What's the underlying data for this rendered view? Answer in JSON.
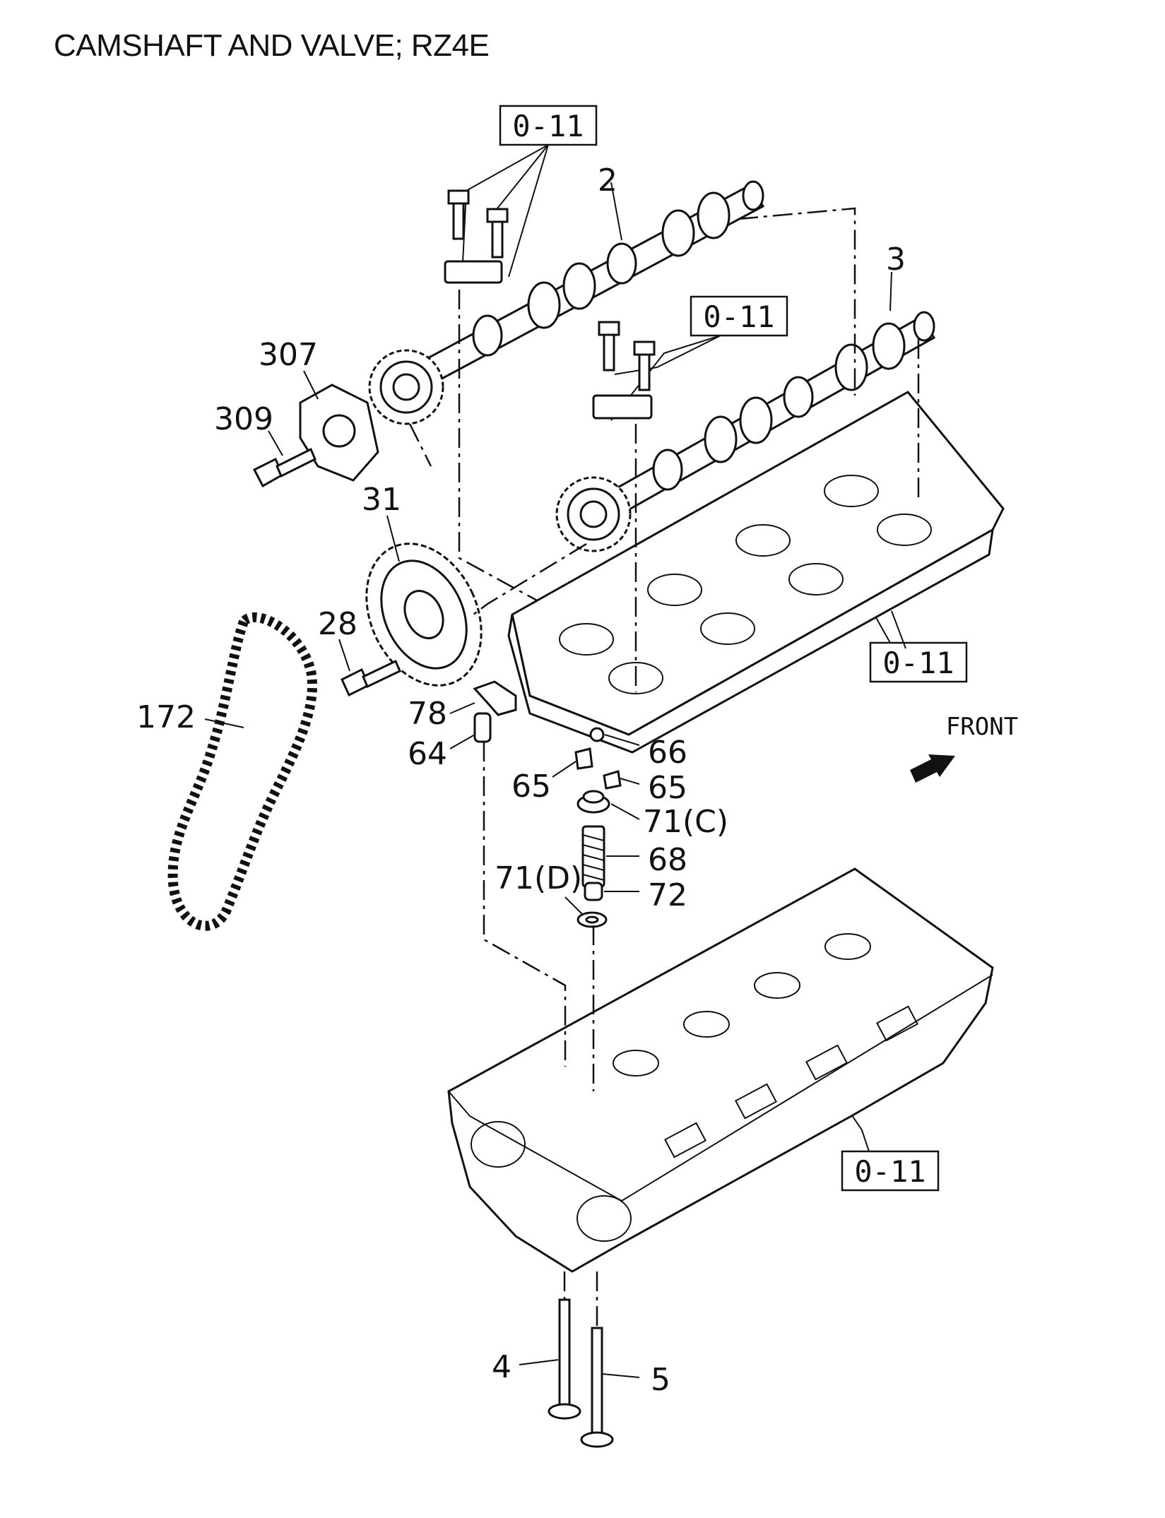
{
  "title": "CAMSHAFT AND VALVE; RZ4E",
  "reference_boxes": {
    "ref_top": "0-11",
    "ref_mid": "0-11",
    "ref_carrier": "0-11",
    "ref_head": "0-11"
  },
  "callouts": {
    "p2": "2",
    "p3": "3",
    "p307": "307",
    "p309": "309",
    "p31": "31",
    "p28": "28",
    "p172": "172",
    "p78": "78",
    "p64": "64",
    "p66": "66",
    "p65a": "65",
    "p65b": "65",
    "p71c": "71(C)",
    "p68": "68",
    "p71d": "71(D)",
    "p72": "72",
    "p4": "4",
    "p5": "5"
  },
  "front_label": "FRONT"
}
